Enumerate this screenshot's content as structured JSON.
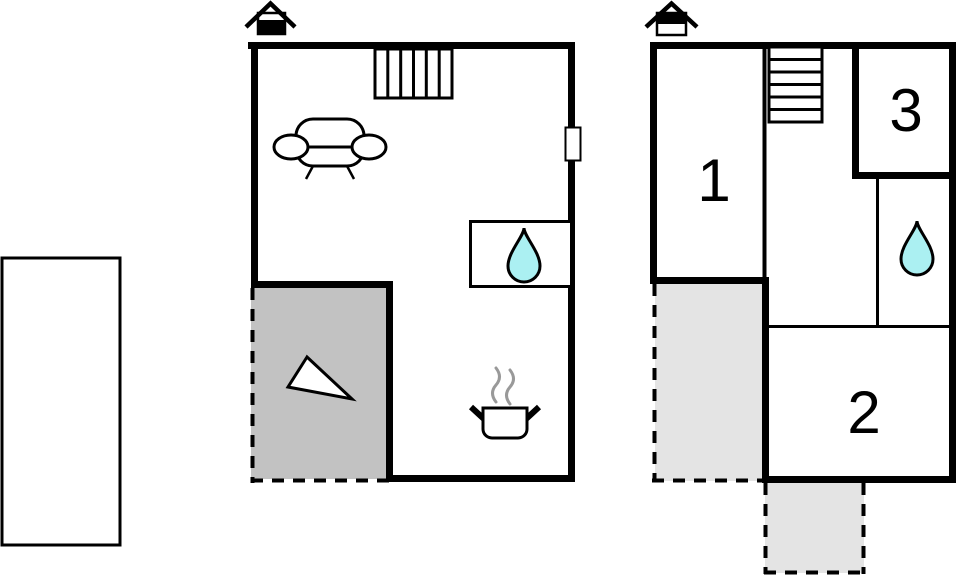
{
  "plan": {
    "type": "floorplan",
    "pool": {
      "fill": "#b3ffff"
    },
    "ground_floor": {
      "terrace_fill": "#c2c2c2",
      "icons": [
        "entrance-icon",
        "stairs-icon",
        "sofa-icon",
        "window-marker",
        "water-drop-icon",
        "kitchen-pot-icon",
        "steam-icon",
        "triangle-marker-icon"
      ]
    },
    "first_floor": {
      "terrace_fill": "#e4e4e4",
      "rooms": [
        {
          "label": "1"
        },
        {
          "label": "2"
        },
        {
          "label": "3"
        }
      ],
      "icons": [
        "entrance-icon",
        "stairs-icon",
        "water-drop-icon"
      ]
    },
    "colors": {
      "wall": "#000000",
      "water_drop": "#abf0f2",
      "steam": "#999999"
    }
  }
}
